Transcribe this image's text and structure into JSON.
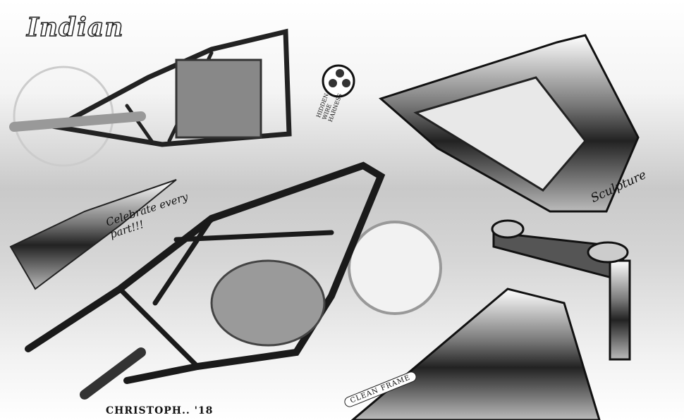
{
  "artwork": {
    "logo_text": "Indian",
    "annotations": {
      "celebrate": "Celebrate every part!!!",
      "sculpture": "Sculpture",
      "wire_harness": "HIDDEN WIRE HARNESS",
      "clean_frame": "CLEAN FRAME"
    },
    "signature": "CHRISTOPH.. '18"
  },
  "colors": {
    "ink": "#111111",
    "chrome": "#9a9a9a",
    "highlight": "#ffffff"
  }
}
